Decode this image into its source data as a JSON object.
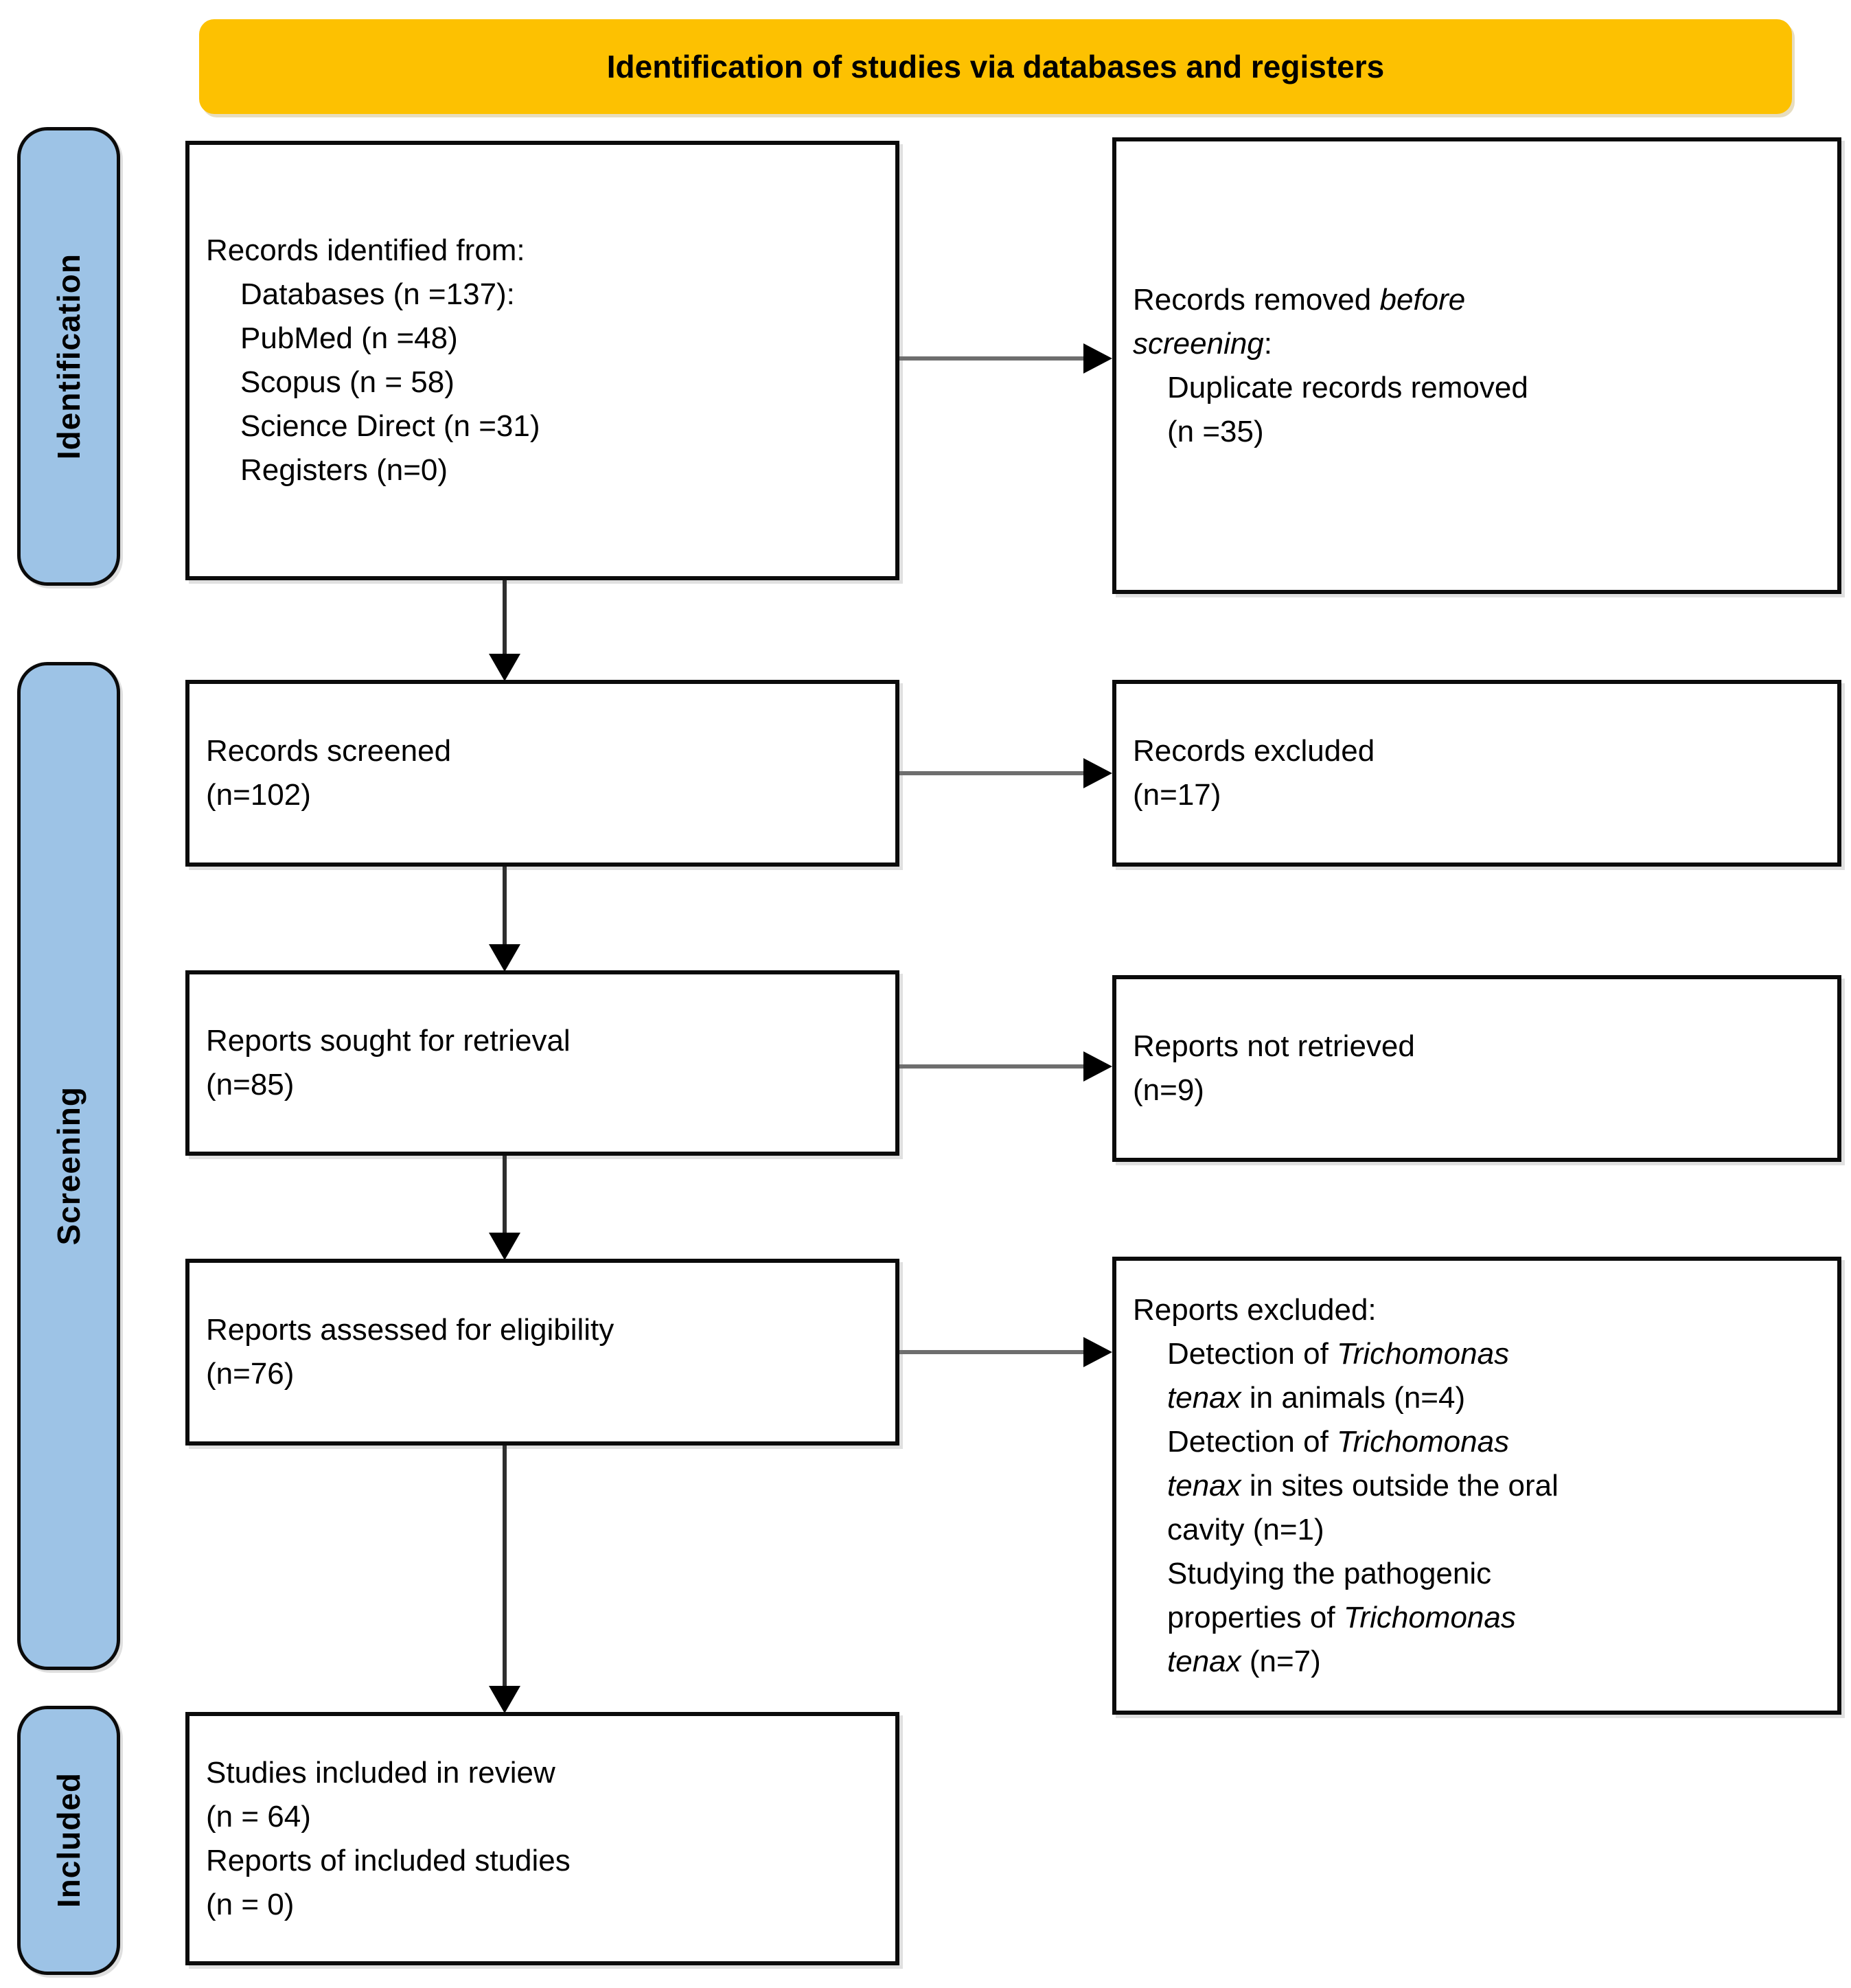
{
  "header": {
    "title": "Identification of studies via databases and registers"
  },
  "stages": [
    {
      "label": "Identification"
    },
    {
      "label": "Screening"
    },
    {
      "label": "Included"
    }
  ],
  "boxes": {
    "records_identified": {
      "lines": [
        [
          {
            "t": "Records identified from:"
          }
        ],
        [
          {
            "t": "Databases (n =137):"
          }
        ],
        [
          {
            "t": "PubMed (n =48)"
          }
        ],
        [
          {
            "t": "Scopus (n = 58)"
          }
        ],
        [
          {
            "t": "Science Direct (n =31)"
          }
        ],
        [
          {
            "t": "Registers (n=0)"
          }
        ]
      ]
    },
    "records_removed": {
      "lines": [
        [
          {
            "t": "Records removed "
          },
          {
            "t": "before",
            "italic": true
          }
        ],
        [
          {
            "t": "screening",
            "italic": true
          },
          {
            "t": ":"
          }
        ],
        [
          {
            "t": "Duplicate records removed"
          }
        ],
        [
          {
            "t": "(n =35)"
          }
        ]
      ]
    },
    "records_screened": {
      "lines": [
        [
          {
            "t": "Records screened"
          }
        ],
        [
          {
            "t": "(n=102)"
          }
        ]
      ]
    },
    "records_excluded": {
      "lines": [
        [
          {
            "t": "Records excluded"
          }
        ],
        [
          {
            "t": "(n=17)"
          }
        ]
      ]
    },
    "reports_sought": {
      "lines": [
        [
          {
            "t": "Reports sought for retrieval"
          }
        ],
        [
          {
            "t": "(n=85)"
          }
        ]
      ]
    },
    "reports_not_retrieved": {
      "lines": [
        [
          {
            "t": "Reports not retrieved"
          }
        ],
        [
          {
            "t": "(n=9)"
          }
        ]
      ]
    },
    "reports_assessed": {
      "lines": [
        [
          {
            "t": "Reports assessed for eligibility"
          }
        ],
        [
          {
            "t": "(n=76)"
          }
        ]
      ]
    },
    "reports_excluded": {
      "lines": [
        [
          {
            "t": "Reports excluded:"
          }
        ],
        [
          {
            "t": "Detection of "
          },
          {
            "t": "Trichomonas",
            "italic": true
          }
        ],
        [
          {
            "t": "tenax",
            "italic": true
          },
          {
            "t": " in animals (n=4)"
          }
        ],
        [
          {
            "t": "Detection of "
          },
          {
            "t": "Trichomonas",
            "italic": true
          }
        ],
        [
          {
            "t": "tenax",
            "italic": true
          },
          {
            "t": " in sites outside the oral"
          }
        ],
        [
          {
            "t": "cavity (n=1)"
          }
        ],
        [
          {
            "t": "Studying the pathogenic"
          }
        ],
        [
          {
            "t": "properties of "
          },
          {
            "t": "Trichomonas",
            "italic": true
          }
        ],
        [
          {
            "t": "tenax",
            "italic": true
          },
          {
            "t": " (n=7)"
          }
        ]
      ]
    },
    "studies_included": {
      "lines": [
        [
          {
            "t": "Studies included in review"
          }
        ],
        [
          {
            "t": "(n = 64)"
          }
        ],
        [
          {
            "t": "Reports of included studies"
          }
        ],
        [
          {
            "t": "(n = 0)"
          }
        ]
      ]
    }
  },
  "colors": {
    "header_bg": "#FDC101",
    "stage_bg": "#9DC3E6",
    "box_bg": "#FFFFFF",
    "border": "#000000"
  }
}
